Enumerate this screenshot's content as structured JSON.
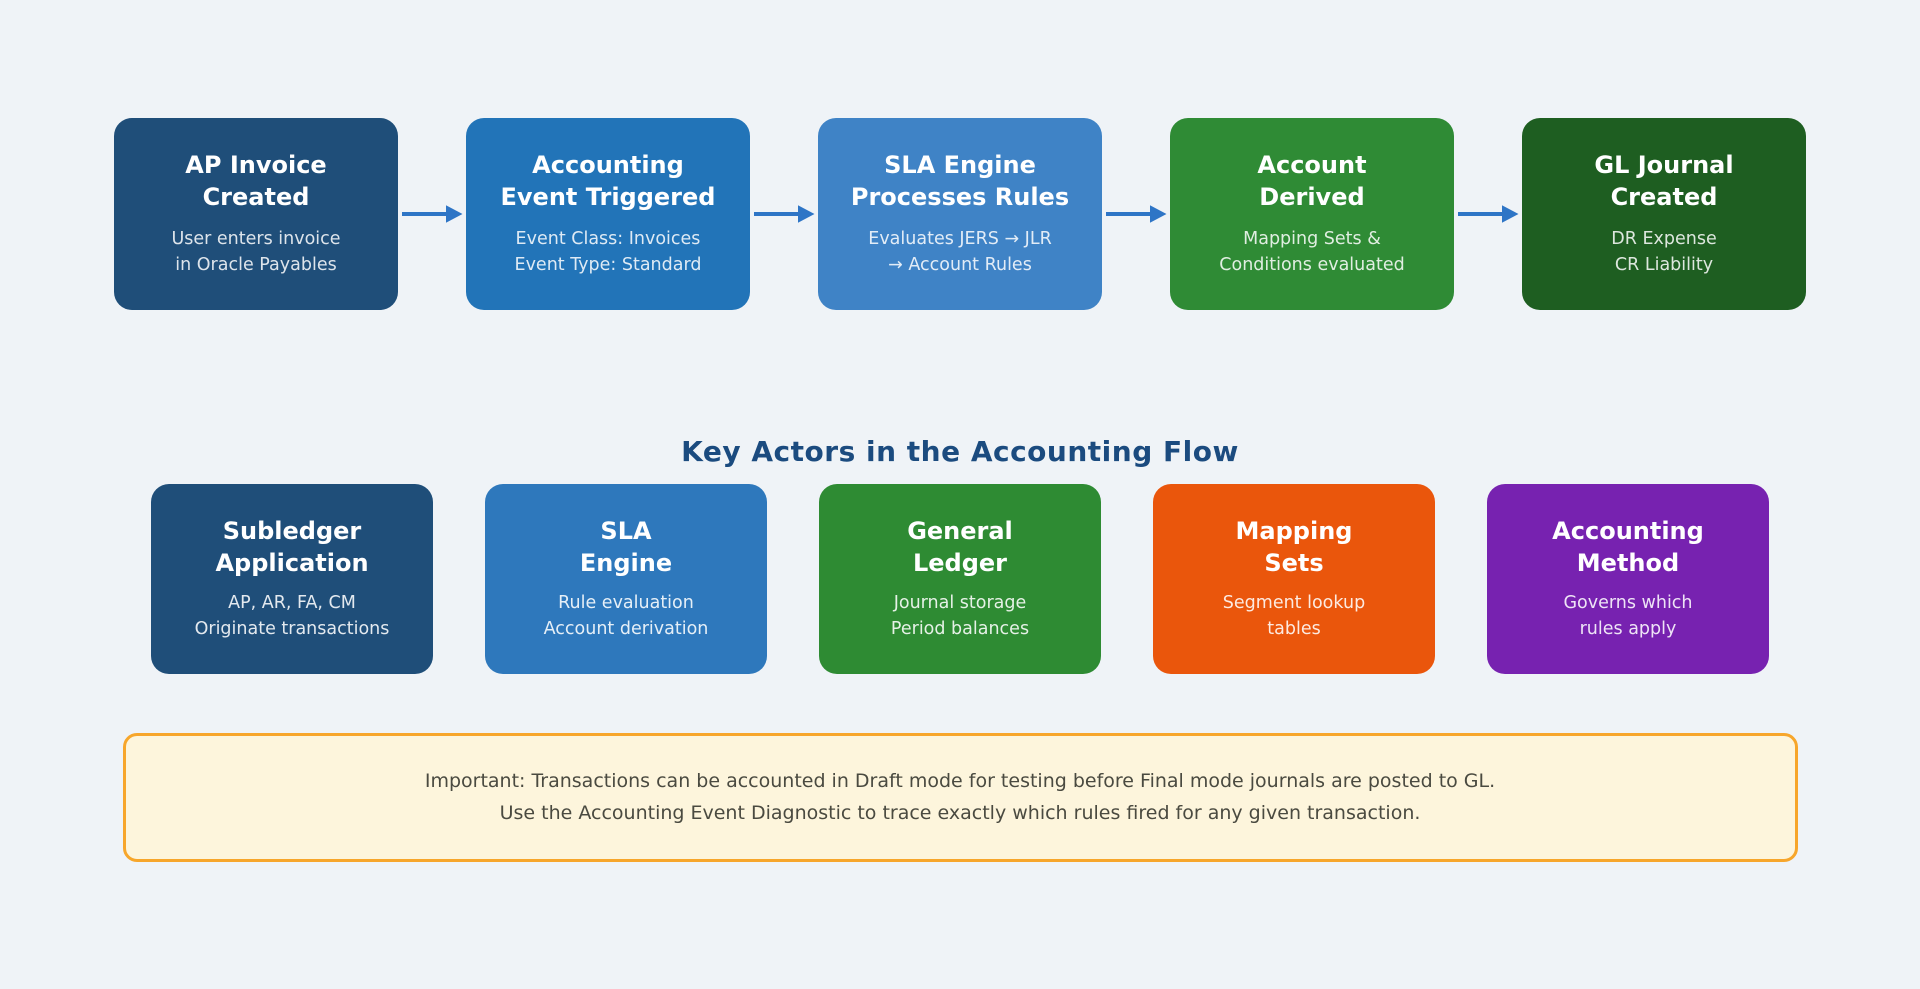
{
  "page": {
    "background": "#eff3f7"
  },
  "flow": {
    "arrow_color": "#2e75c6",
    "steps": [
      {
        "title_lines": [
          "AP Invoice",
          "Created"
        ],
        "desc_lines": [
          "User enters invoice",
          "in Oracle Payables"
        ],
        "color": "#1f4e79"
      },
      {
        "title_lines": [
          "Accounting",
          "Event Triggered"
        ],
        "desc_lines": [
          "Event Class: Invoices",
          "Event Type: Standard"
        ],
        "color": "#2274b8"
      },
      {
        "title_lines": [
          "SLA Engine",
          "Processes Rules"
        ],
        "desc_lines": [
          "Evaluates JERS → JLR",
          "→ Account Rules"
        ],
        "color": "#3f83c6"
      },
      {
        "title_lines": [
          "Account",
          "Derived"
        ],
        "desc_lines": [
          "Mapping Sets &",
          "Conditions evaluated"
        ],
        "color": "#2f8b35"
      },
      {
        "title_lines": [
          "GL Journal",
          "Created"
        ],
        "desc_lines": [
          "DR Expense",
          "CR Liability"
        ],
        "color": "#1e5e21"
      }
    ]
  },
  "actors": {
    "section_title": "Key Actors in the Accounting Flow",
    "title_color": "#1b4b7f",
    "cards": [
      {
        "title_lines": [
          "Subledger",
          "Application"
        ],
        "desc_lines": [
          "AP, AR, FA, CM",
          "Originate transactions"
        ],
        "color": "#1f4e79"
      },
      {
        "title_lines": [
          "SLA",
          "Engine"
        ],
        "desc_lines": [
          "Rule evaluation",
          "Account derivation"
        ],
        "color": "#2e78bc"
      },
      {
        "title_lines": [
          "General",
          "Ledger"
        ],
        "desc_lines": [
          "Journal storage",
          "Period balances"
        ],
        "color": "#2e8b33"
      },
      {
        "title_lines": [
          "Mapping",
          "Sets"
        ],
        "desc_lines": [
          "Segment lookup",
          "tables"
        ],
        "color": "#ea560c"
      },
      {
        "title_lines": [
          "Accounting",
          "Method"
        ],
        "desc_lines": [
          "Governs which",
          "rules apply"
        ],
        "color": "#7722b0"
      }
    ]
  },
  "note": {
    "background": "#fdf5dc",
    "border_color": "#f7a62b",
    "lines": [
      "Important: Transactions can be accounted in Draft mode for testing before Final mode journals are posted to GL.",
      "Use the Accounting Event Diagnostic to trace exactly which rules fired for any given transaction."
    ]
  }
}
